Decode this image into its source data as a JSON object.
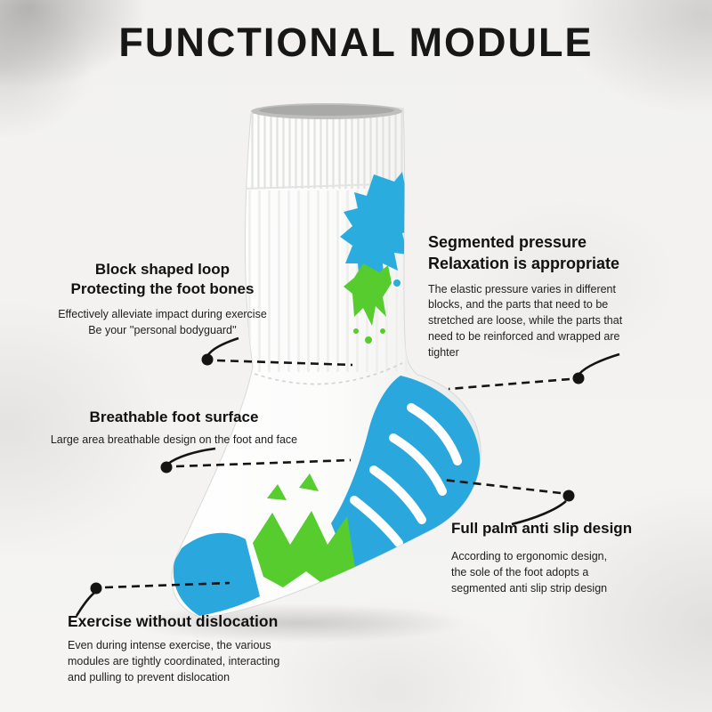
{
  "title": "FUNCTIONAL MODULE",
  "callouts": [
    {
      "id": "block-shaped-loop",
      "heading": "Block shaped loop\nProtecting the foot bones",
      "body": "Effectively alleviate impact during exercise\nBe your ''personal bodyguard''"
    },
    {
      "id": "segmented-pressure",
      "heading": "Segmented pressure\nRelaxation is appropriate",
      "body": "The elastic pressure varies in different\nblocks, and the parts that need to be\nstretched are loose, while the parts that\nneed to be reinforced and wrapped are\ntighter"
    },
    {
      "id": "breathable-foot-surface",
      "heading": "Breathable foot surface",
      "body": "Large area breathable design on the foot and face"
    },
    {
      "id": "full-palm-anti-slip",
      "heading": "Full palm anti slip design",
      "body": "According to ergonomic design,\nthe sole of the foot adopts a\nsegmented anti slip strip design"
    },
    {
      "id": "exercise-without-dislocation",
      "heading": "Exercise without dislocation",
      "body": "Even during intense exercise, the various\nmodules are tightly coordinated, interacting\nand pulling to prevent dislocation"
    }
  ],
  "colors": {
    "accent_cyan": "#2bacde",
    "accent_green": "#56cc2f",
    "text": "#111111",
    "background": "#f4f3f1"
  }
}
